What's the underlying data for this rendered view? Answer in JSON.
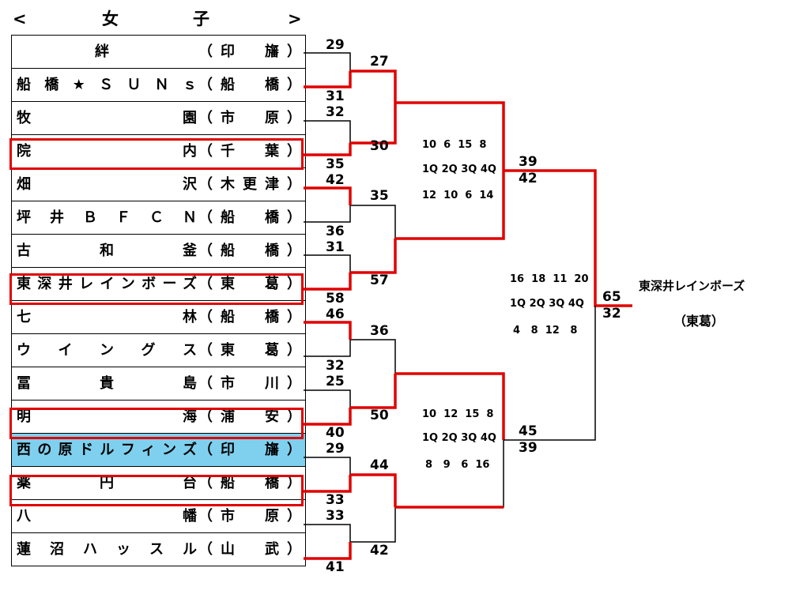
{
  "header": {
    "left_bracket": "<",
    "word1": "女",
    "word2": "子",
    "right_bracket": ">"
  },
  "teams": [
    {
      "name": "絆",
      "pref": "（印　旛）"
    },
    {
      "name": "船橋★ＳＵＮｓ",
      "pref": "（船　橋）"
    },
    {
      "name": "牧　　　　　　　　　園",
      "pref": "（市　原）"
    },
    {
      "name": "院　　　　　　　　　内",
      "pref": "（千　葉）"
    },
    {
      "name": "畑　　　　　　　　　沢",
      "pref": "（木更津）"
    },
    {
      "name": "坪井ＢＦＣＮ",
      "pref": "（船　橋）"
    },
    {
      "name": "古　　和　　釜",
      "pref": "（船　橋）"
    },
    {
      "name": "東深井レインボーズ",
      "pref": "（東　葛）"
    },
    {
      "name": "七　　　　　　　　　林",
      "pref": "（船　橋）"
    },
    {
      "name": "ウイングス",
      "pref": "（東　葛）"
    },
    {
      "name": "冨　　貴　　島",
      "pref": "（市　川）"
    },
    {
      "name": "明　　　　　　　　　海",
      "pref": "（浦　安）"
    },
    {
      "name": "西の原ドルフィンズ",
      "pref": "（印　旛）"
    },
    {
      "name": "薬　　円　　台",
      "pref": "（船　橋）"
    },
    {
      "name": "八　　　　　　　　　幡",
      "pref": "（市　原）"
    },
    {
      "name": "蓮沼ハッスル",
      "pref": "（山　武）"
    }
  ],
  "round1_scores": [
    [
      "29",
      "31"
    ],
    [
      "32",
      "35"
    ],
    [
      "42",
      "36"
    ],
    [
      "31",
      "58"
    ],
    [
      "46",
      "32"
    ],
    [
      "25",
      "40"
    ],
    [
      "29",
      "33"
    ],
    [
      "33",
      "41"
    ]
  ],
  "round2_scores": [
    [
      "27",
      "30"
    ],
    [
      "35",
      "57"
    ],
    [
      "36",
      "50"
    ],
    [
      "44",
      "42"
    ]
  ],
  "semi_scores": [
    [
      "39",
      "42"
    ],
    [
      "45",
      "39"
    ]
  ],
  "final_scores": [
    "65",
    "32"
  ],
  "semi1_quarters": {
    "top": "10  6  15  8",
    "labels": "1Q 2Q 3Q 4Q",
    "bottom": "12  10  6  14"
  },
  "semi2_quarters": {
    "top": "10  12  15  8",
    "labels": "1Q 2Q 3Q 4Q",
    "bottom": "8   9   6  16"
  },
  "final_quarters": {
    "top": "16  18  11  20",
    "labels": "1Q 2Q 3Q 4Q",
    "bottom": "4   8  12   8"
  },
  "champion": {
    "name": "東深井レインボーズ",
    "pref": "（東葛）"
  },
  "colors": {
    "win_line": "#e00000",
    "normal_line": "#000000",
    "highlight_row": "#7fd0ee"
  }
}
